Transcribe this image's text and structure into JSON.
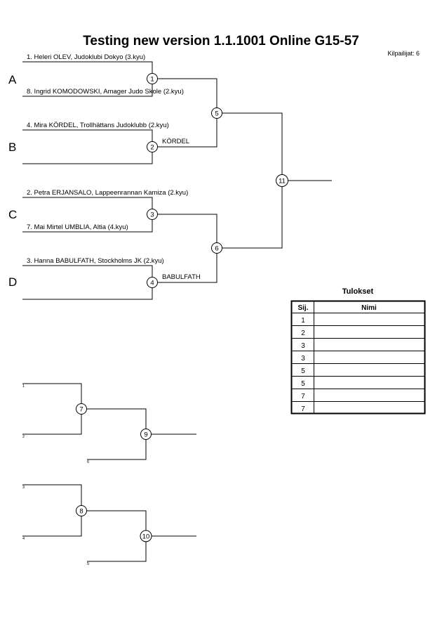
{
  "header": {
    "title": "Testing new version  1.1.1001  Online   G15-57",
    "competitor_count": "Kilpailijat: 6"
  },
  "pools": [
    "A",
    "B",
    "C",
    "D"
  ],
  "competitors": [
    "1. Heleri OLEV, Judoklubi Dokyo (3.kyu)",
    "8. Ingrid KOMODOWSKI, Amager Judo Skole (2.kyu)",
    "4. Mira KÖRDEL, Trollhättans Judoklubb (2.kyu)",
    "",
    "2. Petra ERJANSALO, Lappeenrannan Kamiza (2.kyu)",
    "7. Mai Mirtel UMBLIA, Altia (4.kyu)",
    "3. Hanna BABULFATH, Stockholms JK (2.kyu)",
    ""
  ],
  "winners": {
    "match2": "KÖRDEL",
    "match4": "BABULFATH"
  },
  "matches": {
    "m1": "1",
    "m2": "2",
    "m3": "3",
    "m4": "4",
    "m5": "5",
    "m6": "6",
    "m7": "7",
    "m8": "8",
    "m9": "9",
    "m10": "10",
    "m11": "11"
  },
  "repechage": {
    "upper": {
      "seed_top": "1",
      "seed_bottom": "2",
      "seed_final": "6"
    },
    "lower": {
      "seed_top": "3",
      "seed_bottom": "4",
      "seed_final": "5"
    }
  },
  "results": {
    "title": "Tulokset",
    "headers": {
      "place": "Sij.",
      "name": "Nimi"
    },
    "places": [
      "1",
      "2",
      "3",
      "3",
      "5",
      "5",
      "7",
      "7"
    ]
  }
}
